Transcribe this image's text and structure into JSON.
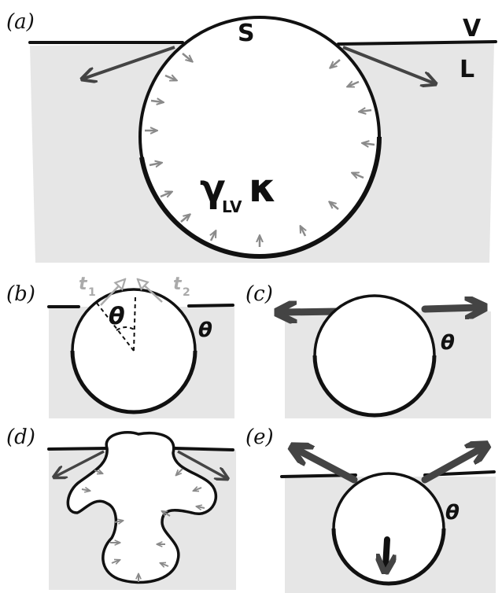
{
  "figure": {
    "panels": [
      {
        "id": "a",
        "label": "(a)",
        "phase_vapor": "V",
        "phase_liquid": "L",
        "surface_label": "S",
        "tension_symbol": "γ",
        "tension_subscript": "LV",
        "curvature_symbol": "κ"
      },
      {
        "id": "b",
        "label": "(b)",
        "theta": "θ",
        "tangent_1": "t",
        "tangent_1_sub": "1",
        "tangent_2": "t",
        "tangent_2_sub": "2",
        "contact_angle": "θ"
      },
      {
        "id": "c",
        "label": "(c)",
        "contact_angle": "θ"
      },
      {
        "id": "d",
        "label": "(d)"
      },
      {
        "id": "e",
        "label": "(e)",
        "contact_angle": "θ"
      }
    ]
  },
  "colors": {
    "liquid_fill": "#e6e6e6",
    "ink": "#111111",
    "arrow_dark": "#444444",
    "tick_grey": "#8a8a8a",
    "vector_light": "#b0b0b0"
  }
}
